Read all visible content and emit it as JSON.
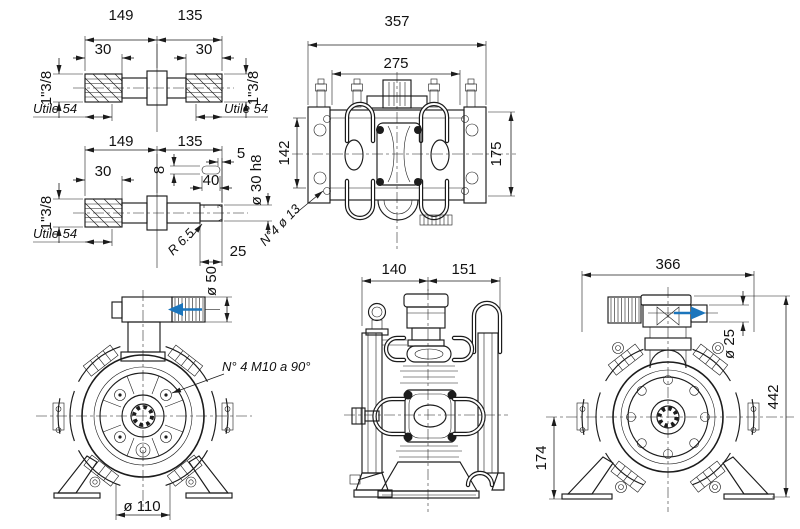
{
  "meta": {
    "drawing_type": "diaphragm-pump-dimensional-drawing",
    "background_color": "#ffffff",
    "line_color": "#1c1c1c",
    "flow_arrow_color": "#1b75bc"
  },
  "views": {
    "shaft_a": {
      "dim_left": "149",
      "dim_right": "135",
      "dim_spline_left": "30",
      "dim_spline_right": "30",
      "thread_left": "1\"3/8",
      "thread_right": "1\"3/8",
      "useful_left": "Utile 54",
      "useful_right": "Utile 54"
    },
    "shaft_b": {
      "dim_left": "149",
      "dim_right": "135",
      "dim_spline": "30",
      "dim_key_offset": "5",
      "dim_key_width": "8",
      "dim_key_length": "40",
      "thread": "1\"3/8",
      "shaft_dia": "ø 30 h8",
      "useful": "Utile 54",
      "fillet": "R 6.5",
      "dim_end": "25"
    },
    "top": {
      "dim_overall_width": "357",
      "dim_inner_width": "275",
      "dim_left_height": "142",
      "dim_right_height": "175",
      "holes_note": "N°4 ø 13"
    },
    "front": {
      "suction_port_dia": "ø 50",
      "bolts_note": "N° 4 M10 a 90°",
      "hub_dia": "ø 110",
      "flow_arrow_direction": "left"
    },
    "side": {
      "dim_left": "140",
      "dim_right": "151"
    },
    "rear": {
      "dim_overall_width": "366",
      "delivery_port_dia": "ø 25",
      "dim_overall_height": "442",
      "dim_axis_height": "174",
      "flow_arrow_direction": "right"
    }
  }
}
